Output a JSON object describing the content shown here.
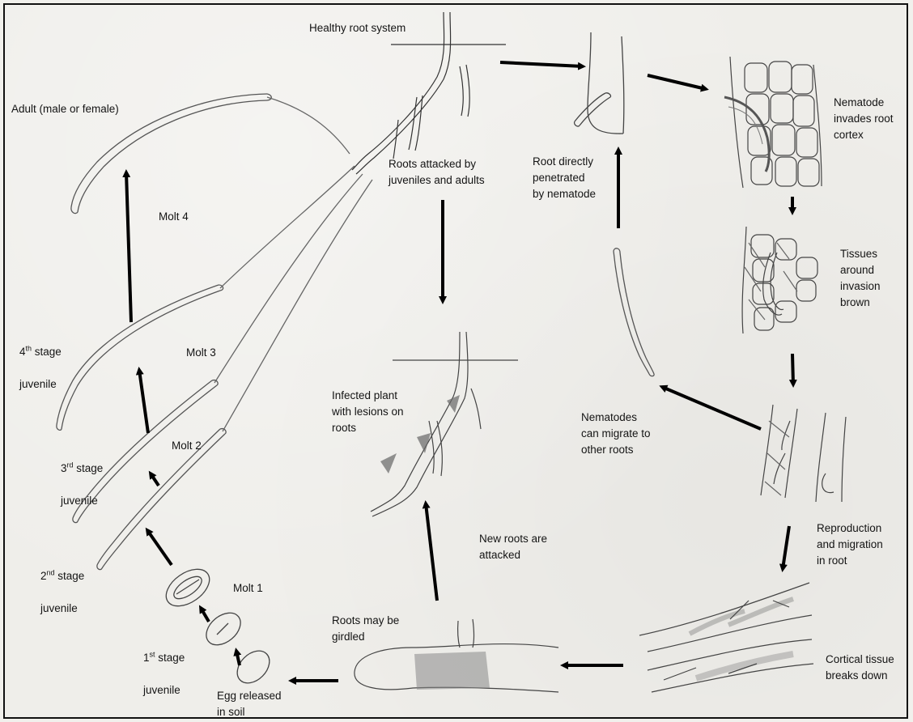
{
  "labels": {
    "healthy_root_system": "Healthy root system",
    "adult": "Adult (male or female)",
    "roots_attacked": "Roots attacked by\njuveniles and adults",
    "root_penetrated": "Root directly\npenetrated\nby nematode",
    "invades_cortex": "Nematode\ninvades root\ncortex",
    "molt4": "Molt 4",
    "tissues_brown": "Tissues\naround\ninvasion\nbrown",
    "stage4_num": "4",
    "stage4_sup": "th",
    "stage4_rest": " stage",
    "stage4_line2": "juvenile",
    "molt3": "Molt 3",
    "infected_plant": "Infected plant\nwith lesions on\nroots",
    "nematodes_migrate": "Nematodes\ncan migrate to\nother roots",
    "stage3_num": "3",
    "stage3_sup": "rd",
    "stage3_rest": " stage",
    "stage3_line2": "juvenile",
    "molt2": "Molt 2",
    "new_roots": "New roots are\nattacked",
    "reproduction": "Reproduction\nand migration\nin root",
    "stage2_num": "2",
    "stage2_sup": "nd",
    "stage2_rest": " stage",
    "stage2_line2": "juvenile",
    "molt1": "Molt 1",
    "roots_girdled": "Roots may be\ngirdled",
    "stage1_num": "1",
    "stage1_sup": "st",
    "stage1_rest": " stage",
    "stage1_line2": "juvenile",
    "cortical_breaks": "Cortical tissue\nbreaks down",
    "egg_released": "Egg released\nin soil"
  }
}
